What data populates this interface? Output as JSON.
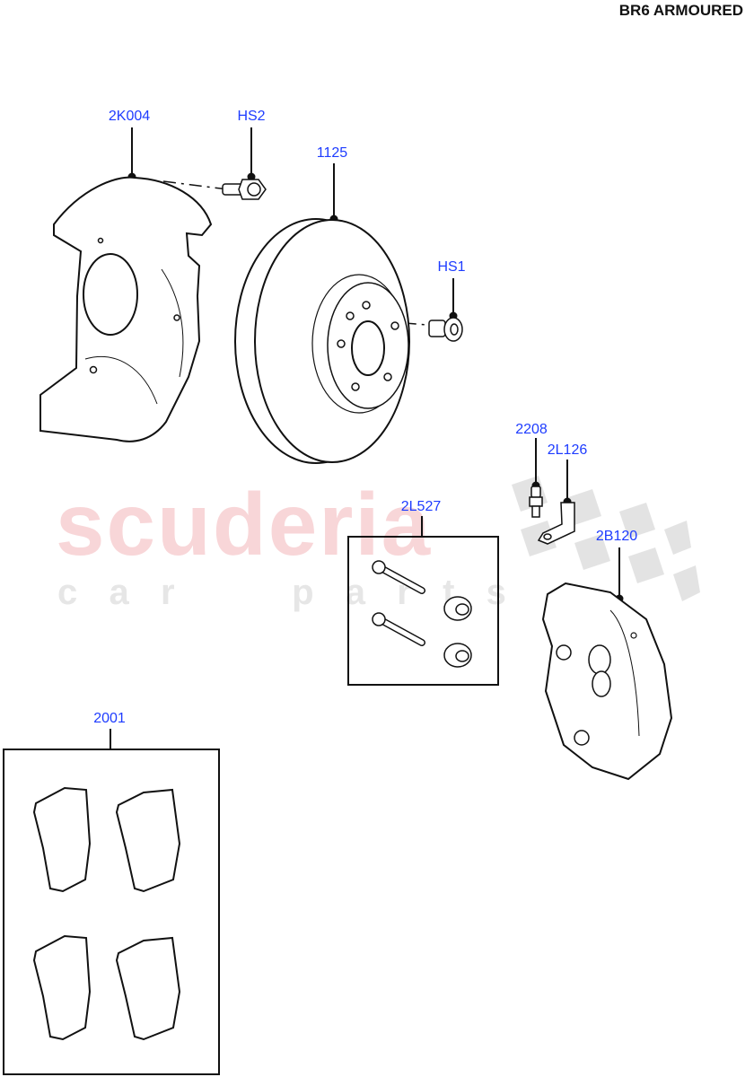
{
  "header": {
    "title": "BR6 ARMOURED"
  },
  "watermark": {
    "brand": "scuderia",
    "sub": [
      "c",
      "a",
      "r",
      "p",
      "a",
      "r",
      "t",
      "s"
    ]
  },
  "callouts": [
    {
      "id": "2K004",
      "part": "brake-disc-shield"
    },
    {
      "id": "HS2",
      "part": "shield-bolt"
    },
    {
      "id": "1125",
      "part": "brake-disc"
    },
    {
      "id": "HS1",
      "part": "disc-retaining-screw"
    },
    {
      "id": "2208",
      "part": "bleed-screw"
    },
    {
      "id": "2L126",
      "part": "hose-bracket"
    },
    {
      "id": "2L527",
      "part": "guide-pin-kit"
    },
    {
      "id": "2B120",
      "part": "brake-caliper"
    },
    {
      "id": "2001",
      "part": "brake-pad-set"
    }
  ],
  "colors": {
    "label": "#1e3cff",
    "line": "#111111",
    "watermark_main": "#f8d6d8",
    "watermark_sub": "#e6e6e6"
  }
}
